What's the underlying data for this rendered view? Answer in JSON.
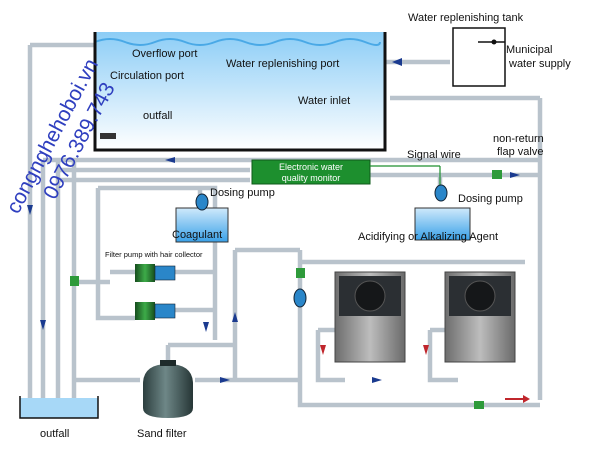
{
  "pool": {
    "overflow_port": "Overflow port",
    "circulation_port": "Circulation port",
    "water_replenishing_port": "Water replenishing port",
    "water_inlet": "Water inlet",
    "outfall": "outfall"
  },
  "tank": {
    "title": "Water replenishing tank",
    "municipal_line1": "Municipal",
    "municipal_line2": "water supply"
  },
  "monitor": {
    "line1": "Electronic water",
    "line2": "quality monitor"
  },
  "signal_wire": "Signal wire",
  "valve": {
    "line1": "non-return",
    "line2": "flap valve"
  },
  "dosing_left": "Dosing pump",
  "dosing_right": "Dosing pump",
  "coagulant": "Coagulant",
  "acid_agent": "Acidifying or Alkalizing Agent",
  "filter_pump": "Filter pump with hair collector",
  "sand_filter": "Sand filter",
  "bottom_outfall": "outfall",
  "watermark": {
    "line1": "congnghehoboi.vn",
    "line2": "0976.389.743"
  },
  "colors": {
    "water": "#5db8f0",
    "monitor_green": "#1d8f2e",
    "pipe": "#b9c3cc",
    "arrow_blue": "#1a3a8f",
    "arrow_red": "#c0262c",
    "watermark": "#2f3fbf"
  },
  "icons": [
    "pump-icon",
    "valve-icon",
    "heat-pump-icon",
    "sand-filter-icon",
    "dosing-tank-icon"
  ]
}
